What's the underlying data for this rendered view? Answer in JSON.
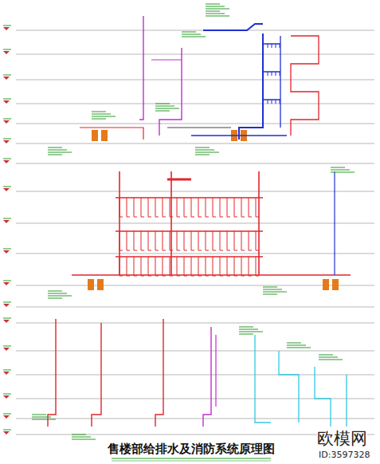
{
  "diagram": {
    "title": "售楼部给排水及消防系统原理图",
    "labels": [
      "欧模网",
      "ID:3597328"
    ]
  }
}
